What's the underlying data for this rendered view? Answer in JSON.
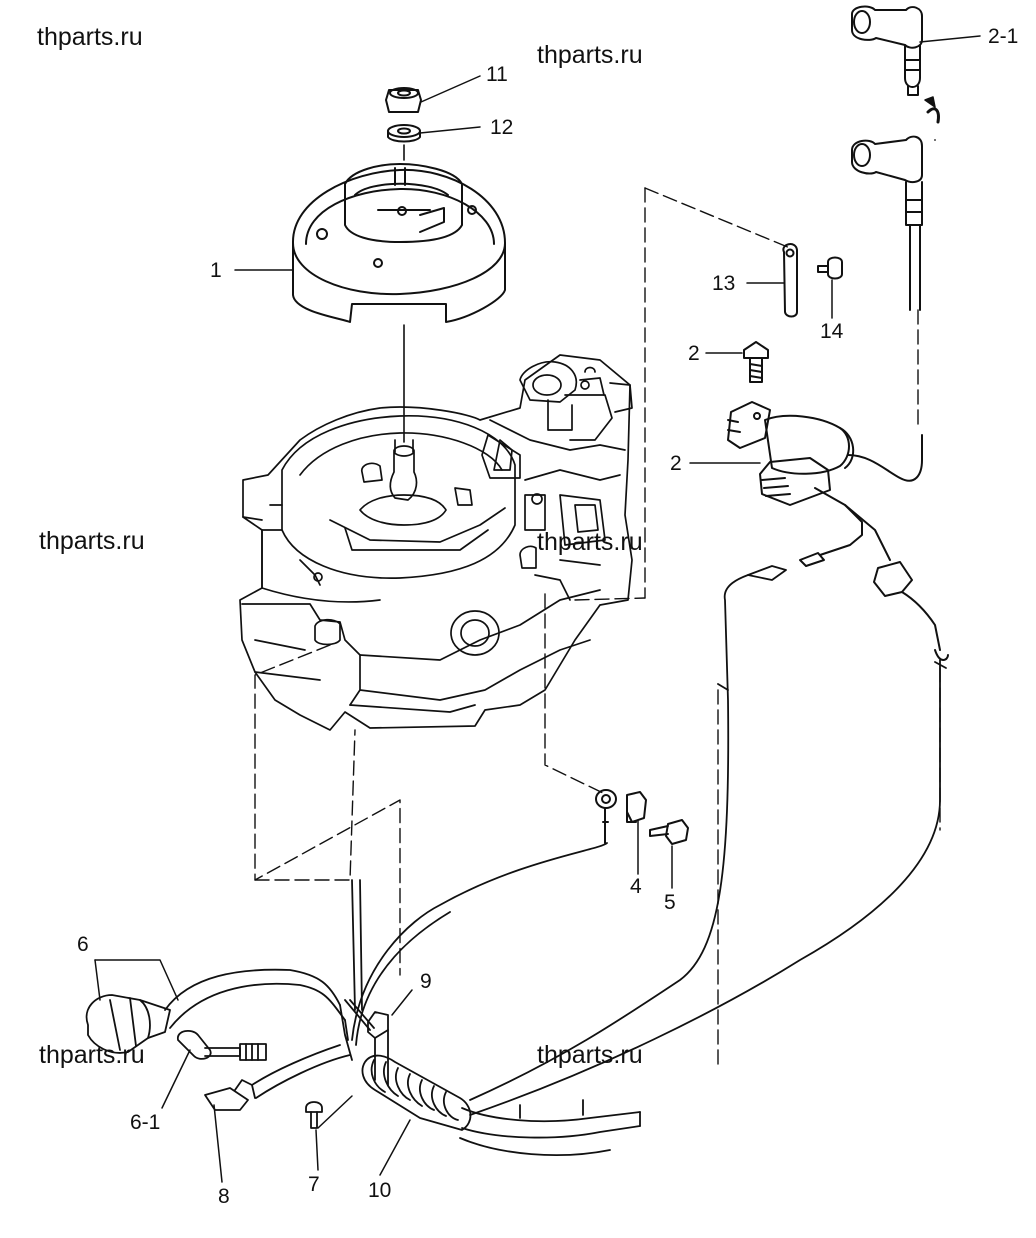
{
  "watermark": "thparts.ru",
  "callouts": [
    "1",
    "2",
    "2",
    "2-1",
    "4",
    "5",
    "6",
    "6-1",
    "7",
    "8",
    "9",
    "10",
    "11",
    "12",
    "13",
    "14"
  ]
}
